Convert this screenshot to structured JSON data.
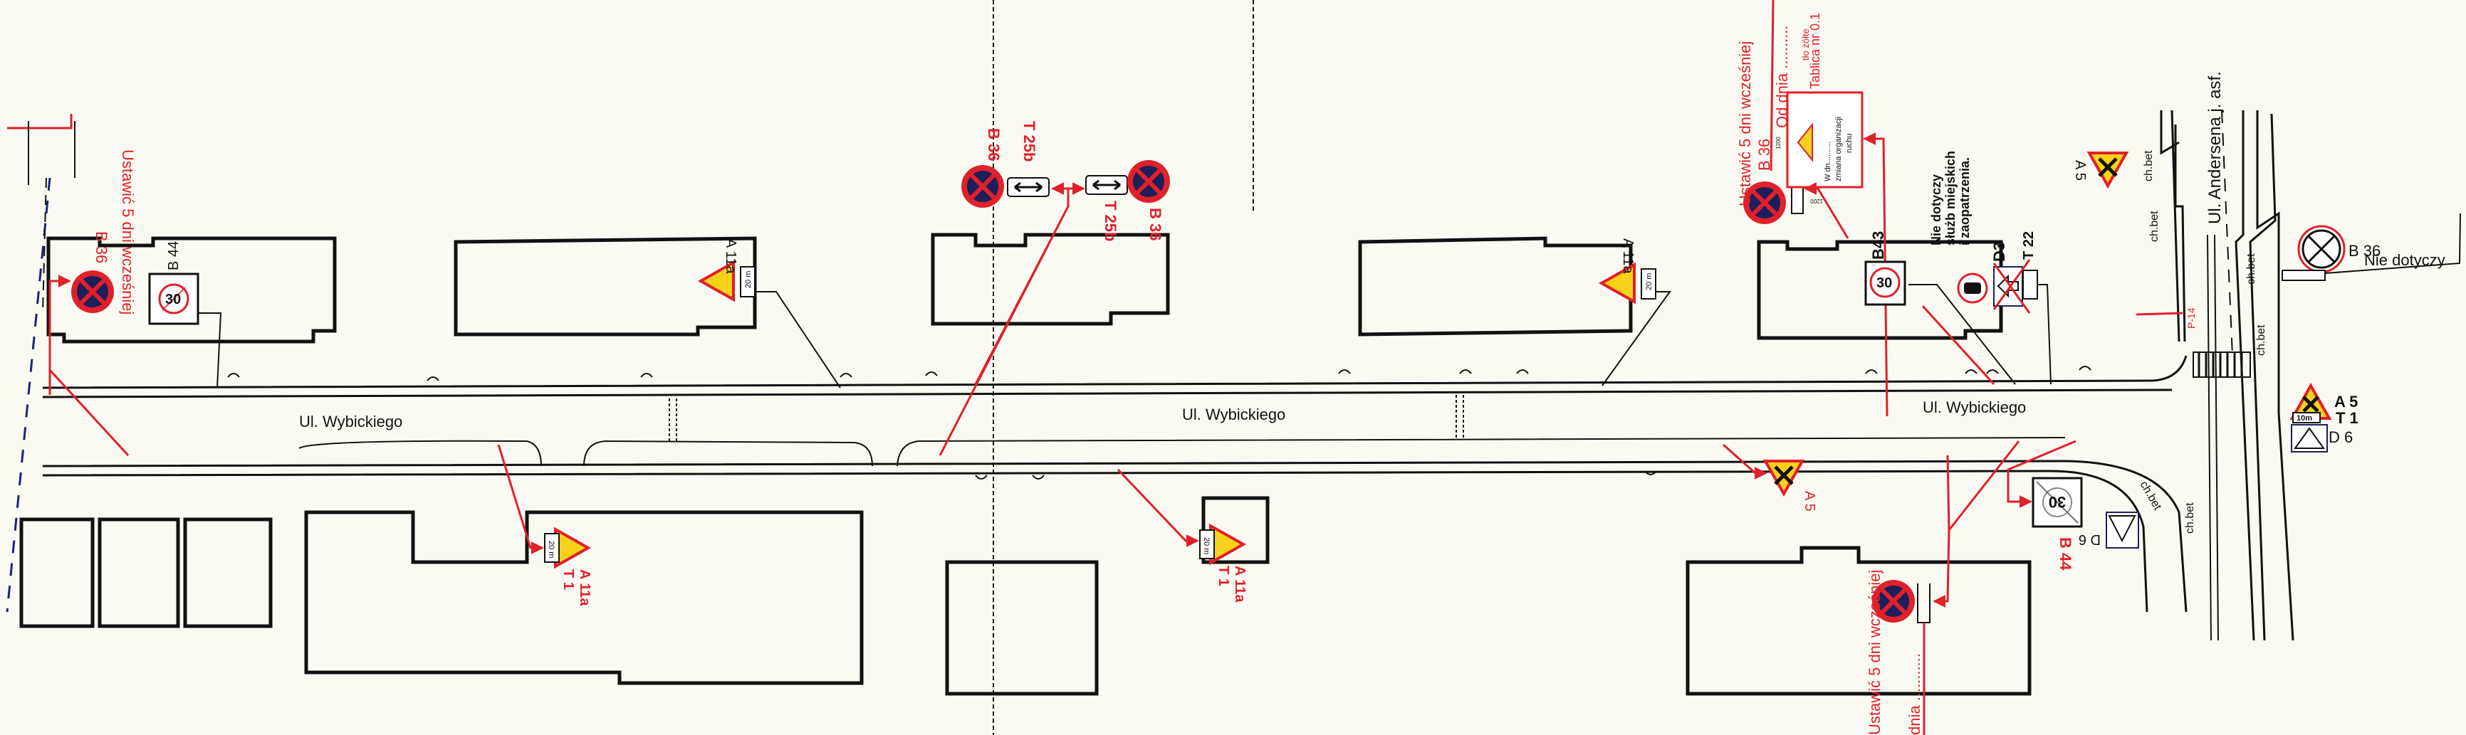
{
  "colors": {
    "annotation_red": "#e0202a",
    "sign_yellow": "#f7d21a",
    "sign_blue": "#1c1f5a",
    "line_black": "#111111"
  },
  "streets": {
    "wybickiego_west": "Ul. Wybickiego",
    "wybickiego_middle": "Ul. Wybickiego",
    "wybickiego_east": "Ul. Wybickiego",
    "andersena": "Ul. Andersena   j. asf."
  },
  "surfaces": [
    "ch.bet",
    "ch.bet",
    "ch.bet",
    "ch.bet",
    "ch.bet",
    "ch.bet"
  ],
  "signs": {
    "west_b36": "B 36",
    "west_b44": "B 44",
    "west_b44_value": "30",
    "north_a11a_1": "A 11a",
    "north_a11a_1_plate": "20 m",
    "center_b36_left": "B 36",
    "center_t25b_left": "T 25b",
    "center_t25b_right": "T 25b",
    "center_b36_right": "B 36",
    "north_a11a_2": "A 11a",
    "north_a11a_2_plate": "20 m",
    "ne_b36": "B 36",
    "ne_b43": "B43",
    "ne_b43_value": "30",
    "ne_d3": "D3",
    "ne_t22": "T 22",
    "ne_a5": "A 5",
    "east_b36": "B 36",
    "east_a5": "A 5",
    "east_t1": "T 1",
    "east_t1_plate": "10m",
    "east_d6": "D 6",
    "south_a11a_1": "A 11a",
    "south_t1_1": "T 1",
    "south_a11a_1_plate": "20 m",
    "south_a11a_2": "A 11a",
    "south_t1_2": "T 1",
    "south_a11a_2_plate": "20 m",
    "south_a5": "A 5",
    "south_b44": "B 44",
    "south_b44_value": "30",
    "south_d6": "D 6",
    "p14": "P-14"
  },
  "notes": {
    "west_set_early": "Ustawić 5 dni wcześniej",
    "ne_set_early": "Ustawić 5 dni wcześniej",
    "ne_from_day": "Od dnia ..........",
    "ne_board_no": "Tablica nr 0.1",
    "ne_board_bg": "tło żółte",
    "board_line1": "W dn..........",
    "board_line2": "zmiana organizacji",
    "board_line3": "ruchu",
    "board_dim_h": "1200",
    "board_dim_w": "1200",
    "ne_exempt_1": "Nie dotyczy",
    "ne_exempt_2": "służb miejskich",
    "ne_exempt_3": "i zaopatrzenia.",
    "east_exempt": "Nie dotyczy",
    "south_set_early": "Ustawić 5 dni wcześniej",
    "south_from_day": "dnia ..........."
  }
}
